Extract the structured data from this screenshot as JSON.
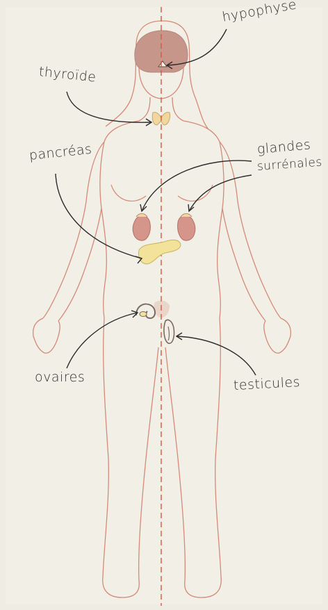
{
  "labels": {
    "hypophyse": "hypophyse",
    "thyroide": "thyroïde",
    "pancreas": "pancréas",
    "glandes": "glandes",
    "surrenales": "surrénales",
    "ovaires": "ovaires",
    "testicules": "testicules"
  },
  "colors": {
    "background": "#efece3",
    "outline": "#d58a78",
    "midline": "#d9573f",
    "brain": "#c7968a",
    "thyroid": "#f1d79e",
    "kidney": "#d6958a",
    "pancreas": "#f3e39a",
    "arrow": "#2b2b2b"
  }
}
